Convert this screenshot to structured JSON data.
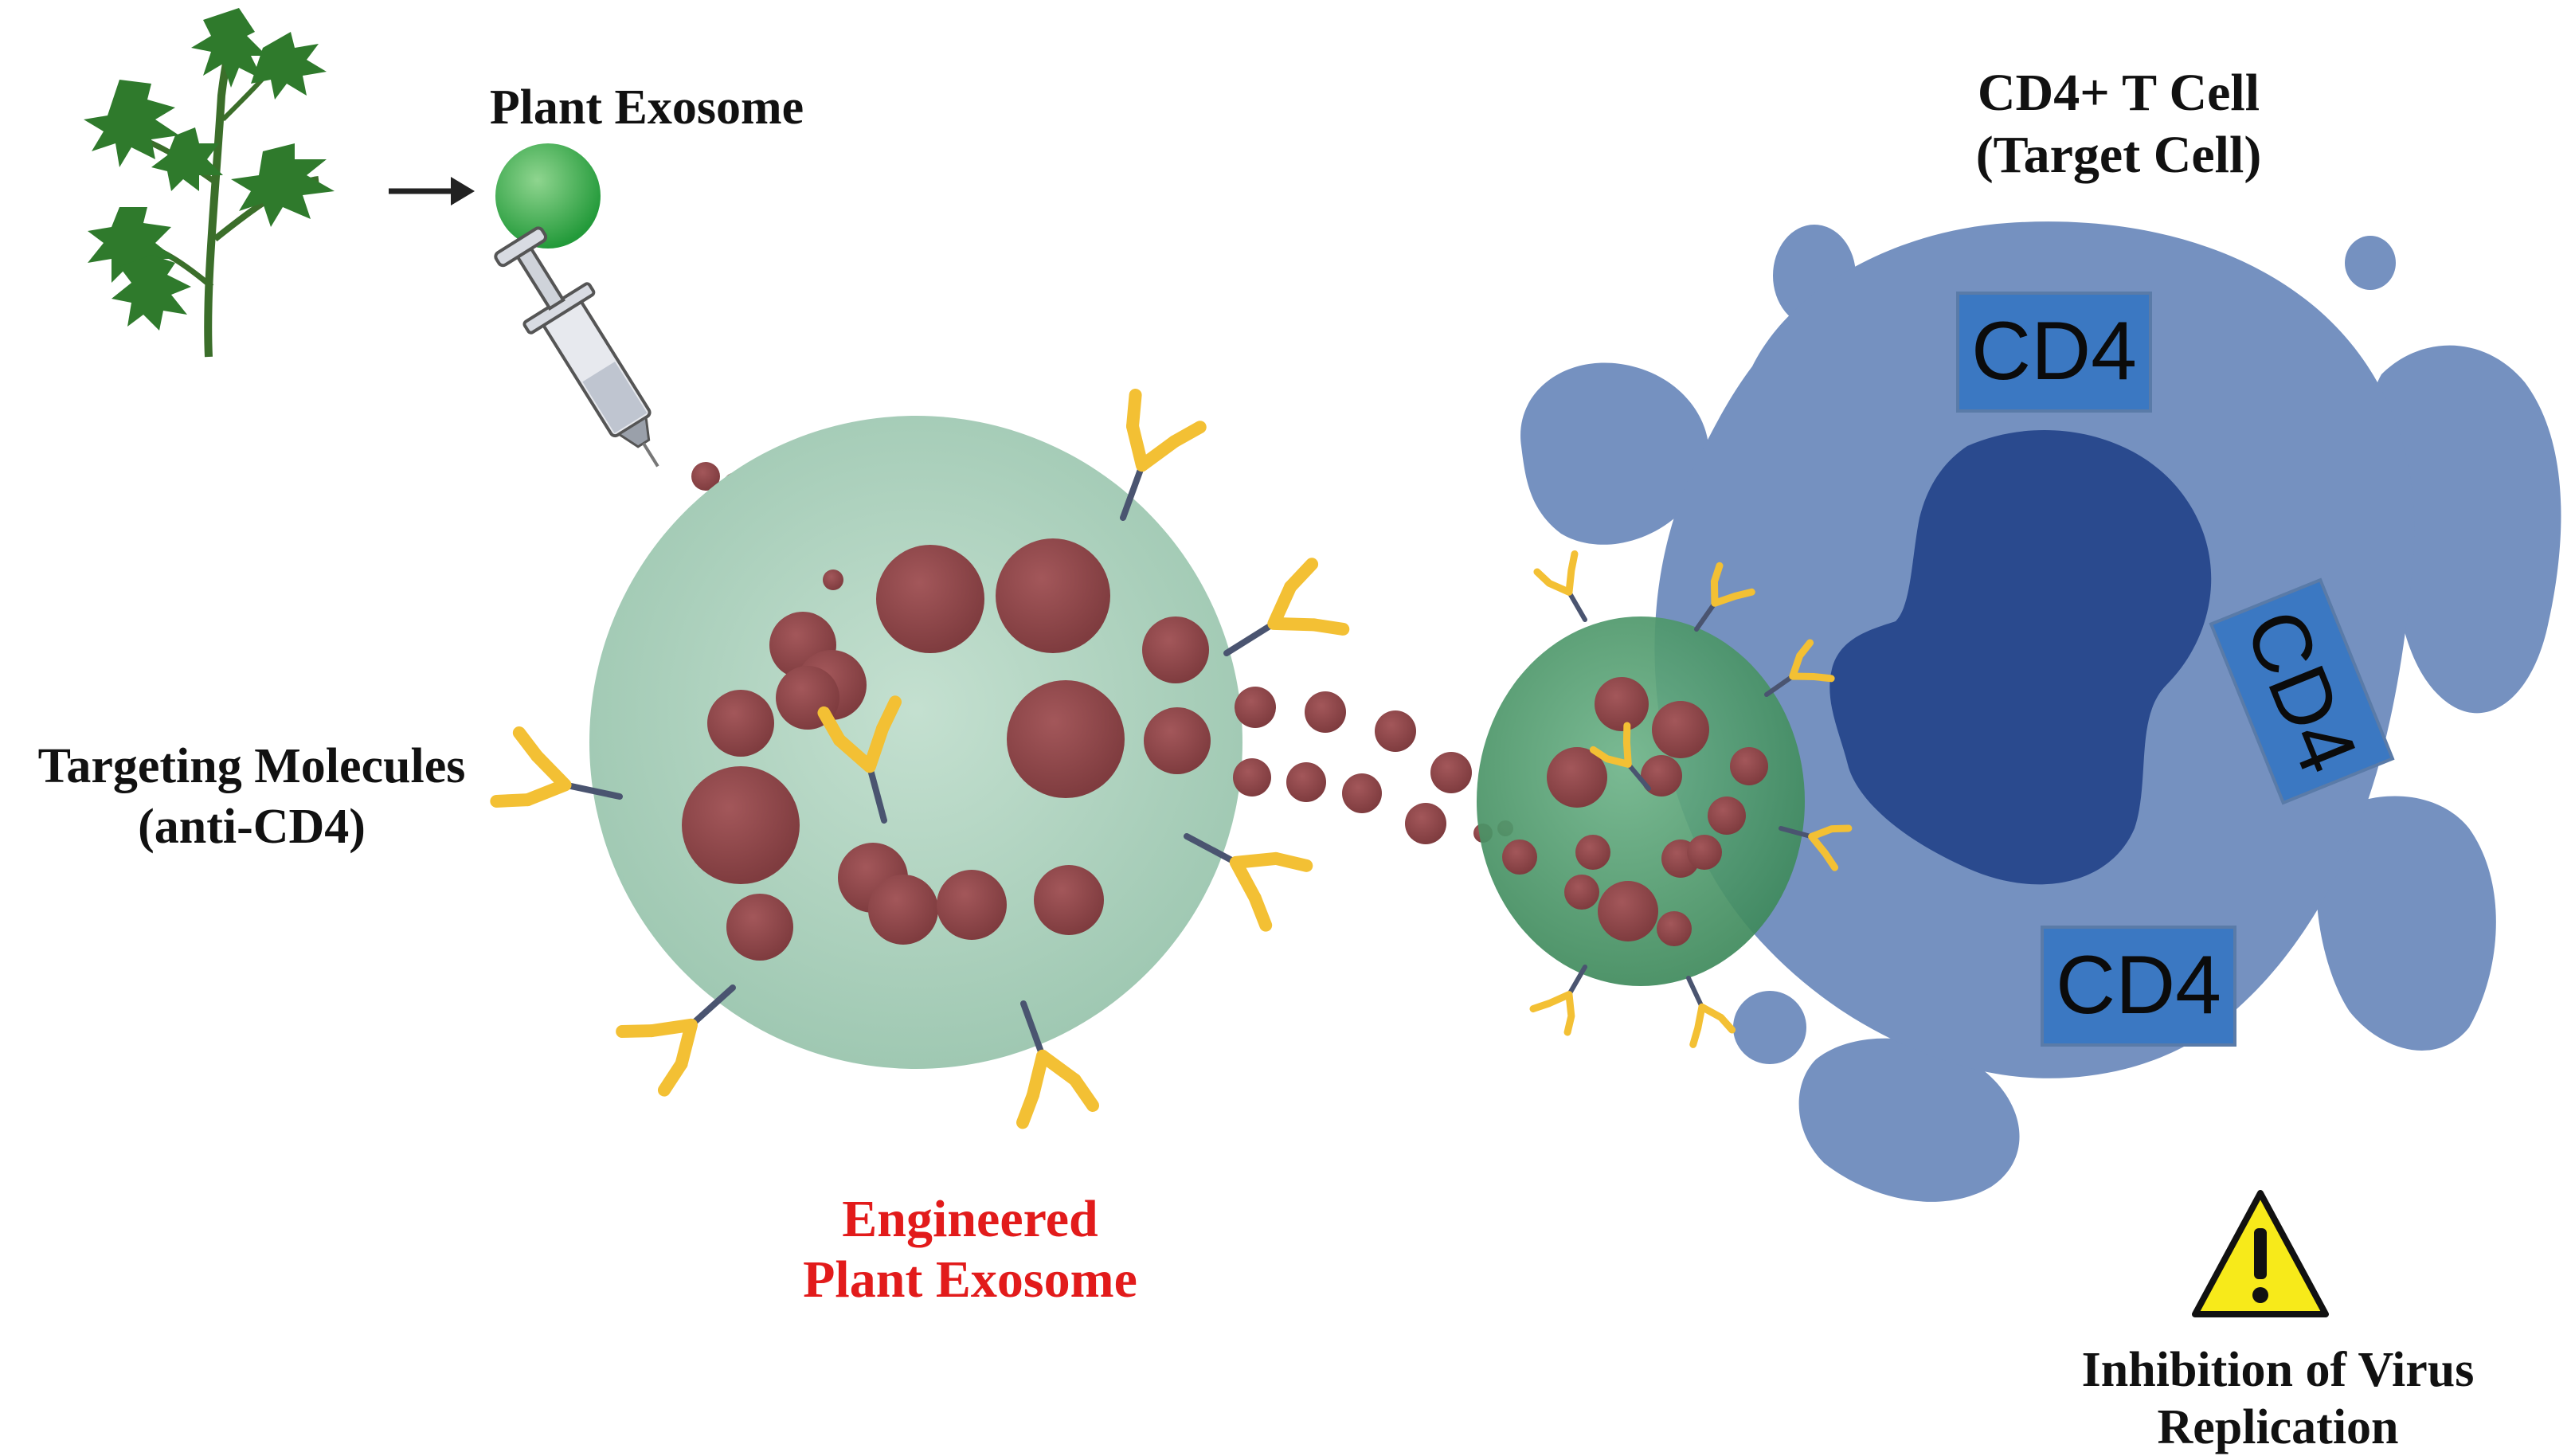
{
  "labels": {
    "plant_exosome": "Plant Exosome",
    "target_cell_line1": "CD4+ T Cell",
    "target_cell_line2": "(Target Cell)",
    "targeting_line1": "Targeting Molecules",
    "targeting_line2": "(anti-CD4)",
    "engineered_line1": "Engineered",
    "engineered_line2": "Plant Exosome",
    "inhibition_line1": "Inhibition of Virus",
    "inhibition_line2": "Replication"
  },
  "receptors": {
    "top": "CD4",
    "right": "CD4",
    "bottom": "CD4"
  },
  "colors": {
    "exosome_large": "#b3d3c2",
    "exosome_small": "#4f9a6e",
    "cargo": "#8e474a",
    "antibody": "#f3c034",
    "antibody_stem": "#4a5470",
    "cell_body": "#7591c0",
    "nucleus": "#2a4a8e",
    "cd4_box": "#3b78c2",
    "plant_exosome": "#3aa64c",
    "warning": "#f7ea1a"
  },
  "icons": [
    "plant-icon",
    "arrow-icon",
    "syringe-icon",
    "warning-icon"
  ]
}
